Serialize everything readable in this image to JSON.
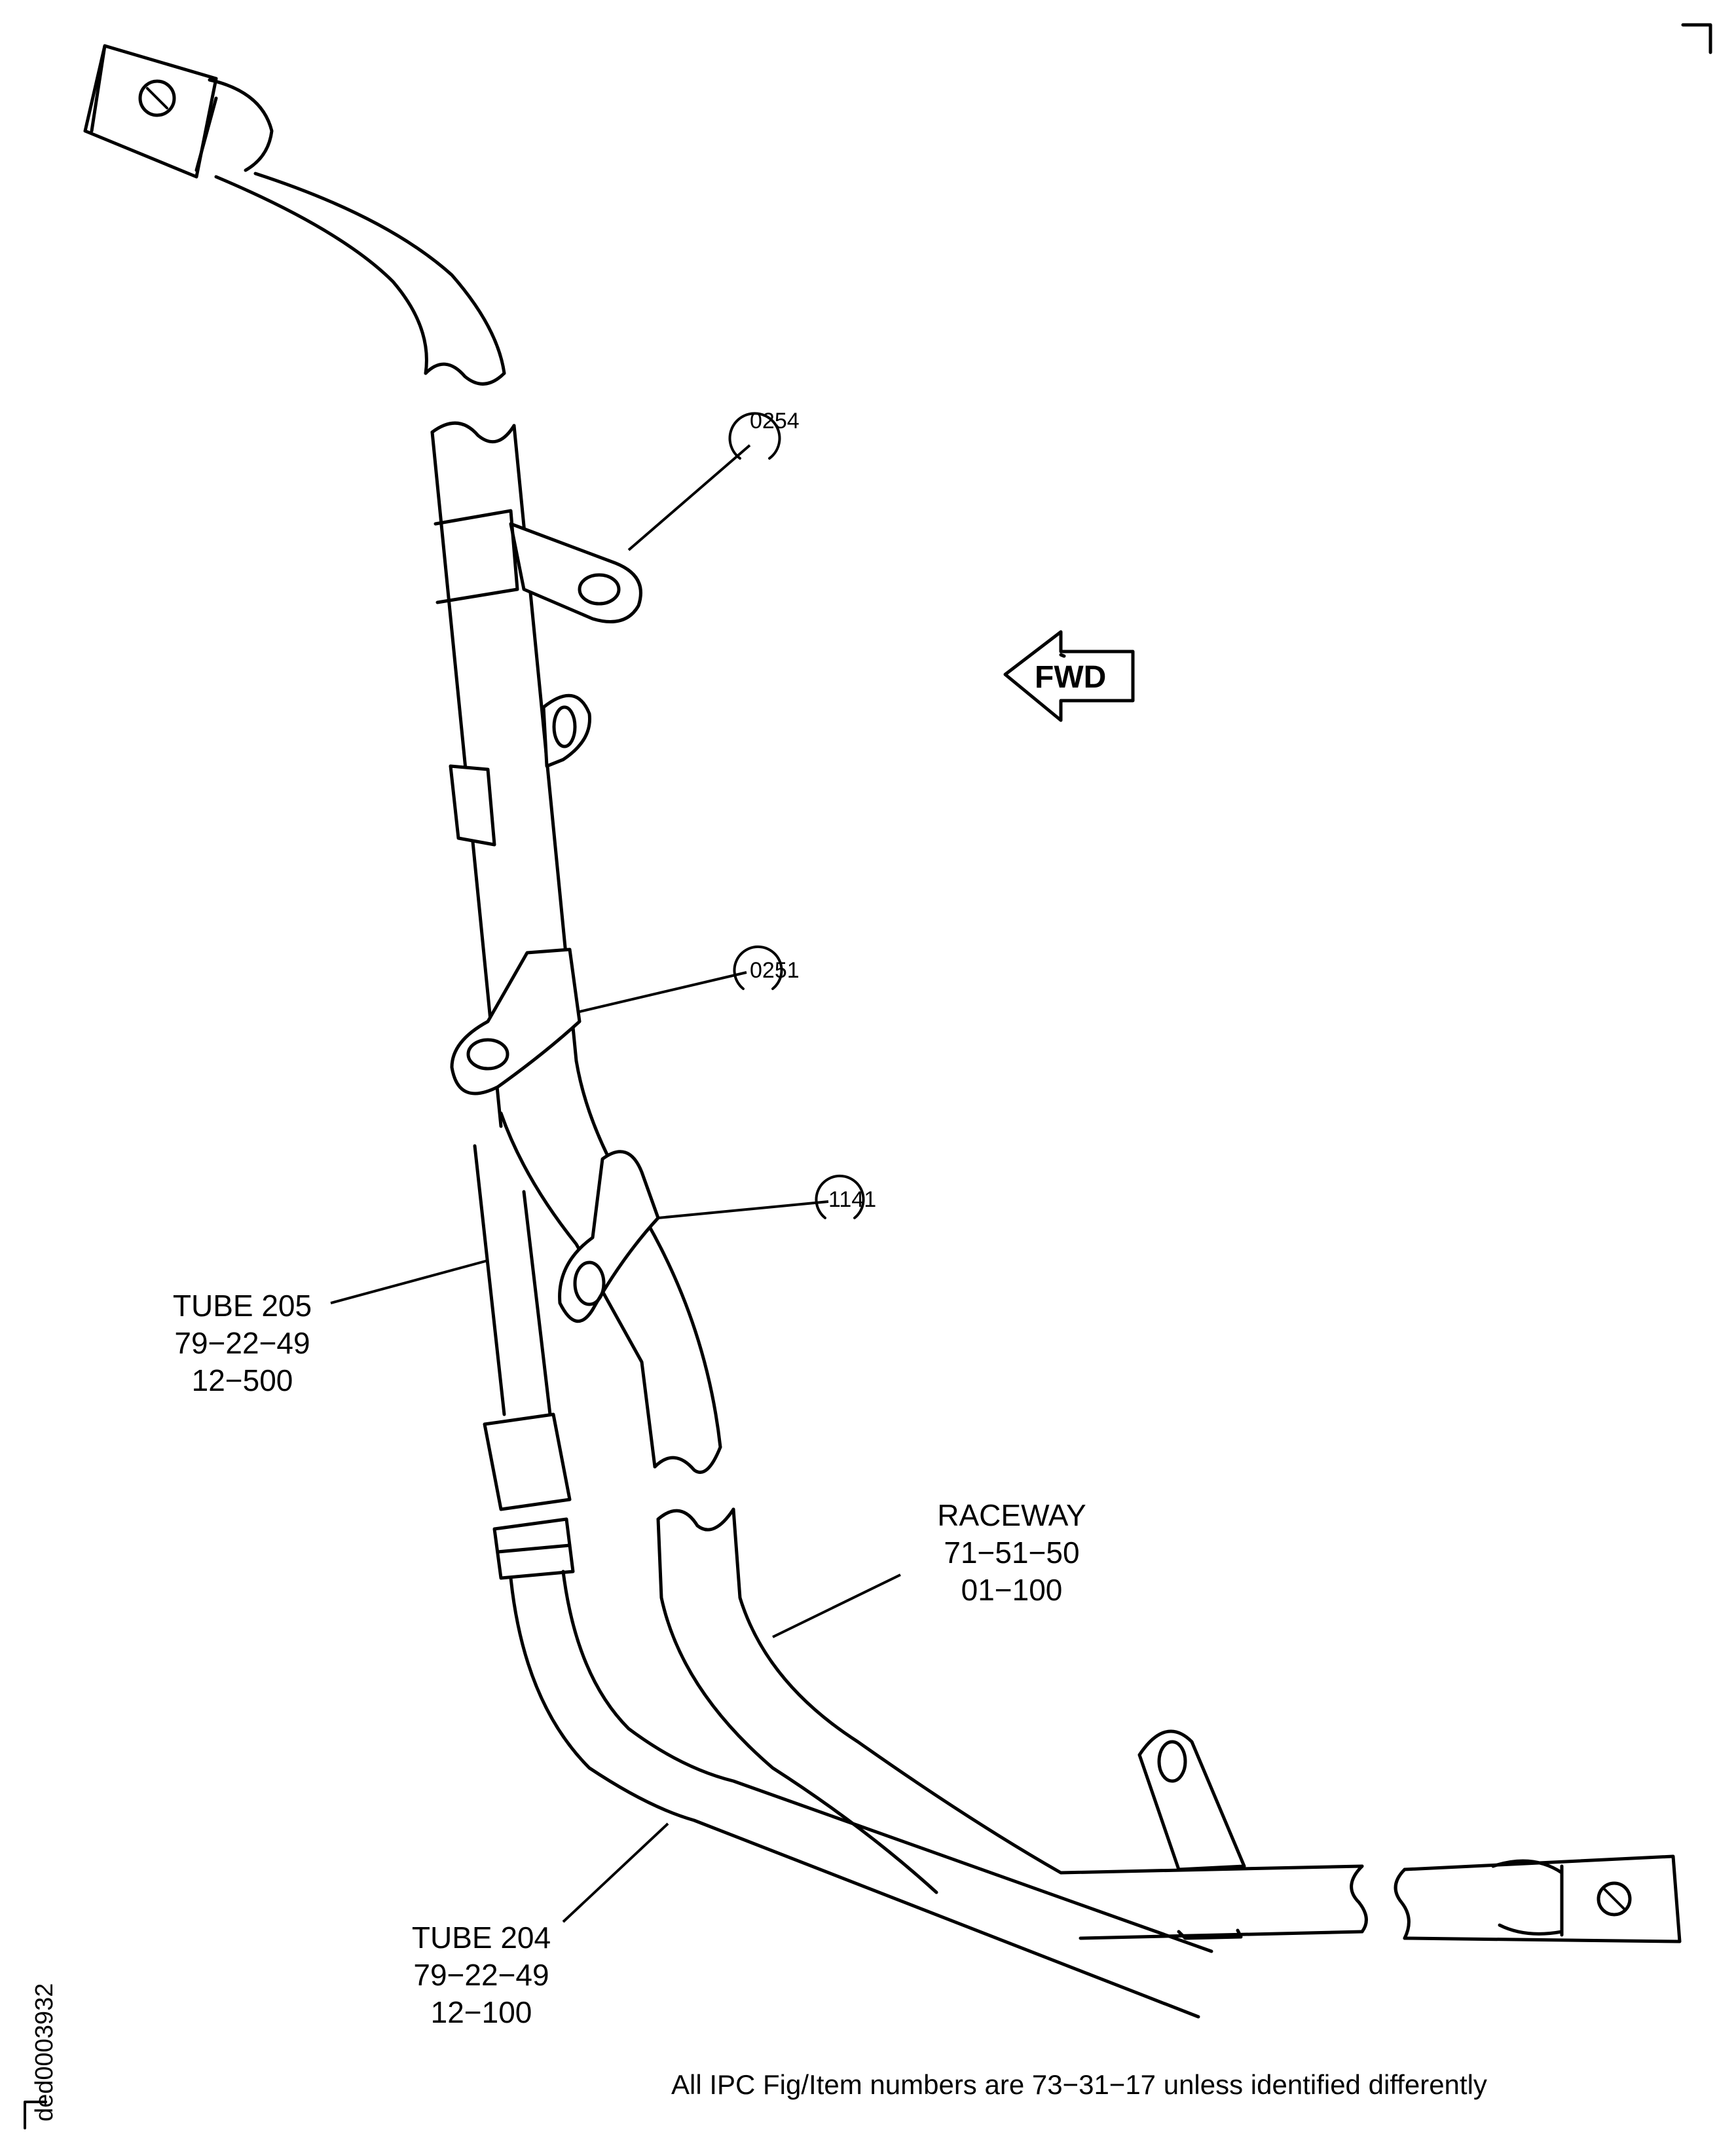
{
  "callouts": [
    {
      "id": "callout-0254",
      "label": "0254"
    },
    {
      "id": "callout-0251",
      "label": "0251"
    },
    {
      "id": "callout-1141",
      "label": "1141"
    }
  ],
  "direction_arrow": {
    "label": "FWD"
  },
  "labels": {
    "tube205": {
      "line1": "TUBE 205",
      "line2": "79−22−49",
      "line3": "12−500"
    },
    "tube204": {
      "line1": "TUBE 204",
      "line2": "79−22−49",
      "line3": "12−100"
    },
    "raceway": {
      "line1": "RACEWAY",
      "line2": "71−51−50",
      "line3": "01−100"
    }
  },
  "footer_note": "All IPC Fig/Item numbers are 73−31−17 unless identified differently",
  "drawing_id": "ded0003932"
}
